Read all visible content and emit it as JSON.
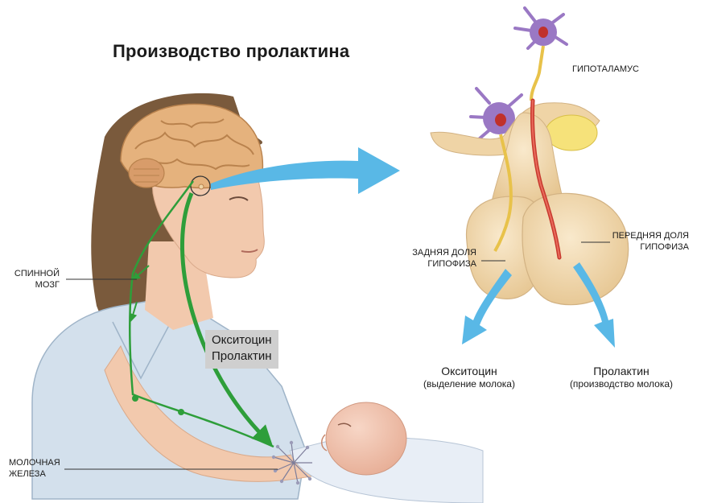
{
  "title": "Производство пролактина",
  "labels": {
    "hypothalamus": "ГИПОТАЛАМУС",
    "spinal_cord_line1": "СПИННОЙ",
    "spinal_cord_line2": "МОЗГ",
    "mammary_line1": "МОЛОЧНАЯ",
    "mammary_line2": "ЖЕЛЕЗА",
    "posterior_line1": "ЗАДНЯЯ ДОЛЯ",
    "posterior_line2": "ГИПОФИЗА",
    "anterior_line1": "ПЕРЕДНЯЯ ДОЛЯ",
    "anterior_line2": "ГИПОФИЗА"
  },
  "hormone_box": {
    "line1": "Окситоцин",
    "line2": "Пролактин"
  },
  "outputs": {
    "oxytocin": {
      "name": "Окситоцин",
      "effect": "(выделение молока)"
    },
    "prolactin": {
      "name": "Пролактин",
      "effect": "(производство молока)"
    }
  },
  "colors": {
    "nerve_green": "#2e9e3a",
    "arrow_blue": "#59b8e6",
    "pituitary": "#efd4a6",
    "neuron": "#9a78c4",
    "skin": "#f2c9ad",
    "hair": "#7a5a3c",
    "brain": "#e5b27d",
    "blood_vessel": "#d9362a",
    "nerve_yellow": "#e8c24a"
  }
}
